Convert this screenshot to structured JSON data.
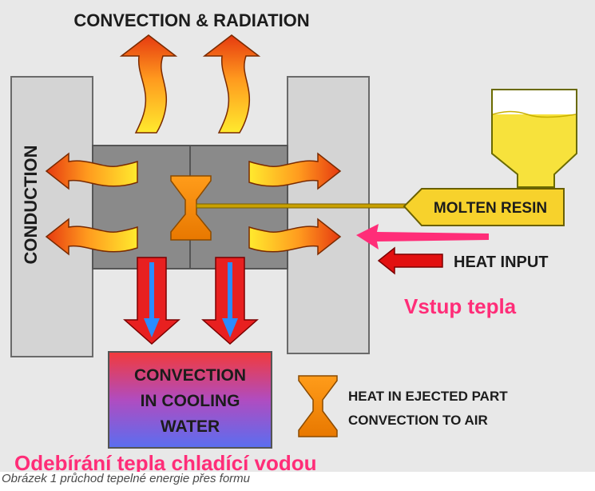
{
  "diagram": {
    "title": "CONVECTION & RADIATION",
    "conduction_label": "CONDUCTION",
    "molten_resin_label": "MOLTEN RESIN",
    "heat_input_label": "HEAT INPUT",
    "cooling_water_lines": [
      "CONVECTION",
      "IN COOLING",
      "WATER"
    ],
    "ejected_part_lines": [
      "HEAT IN EJECTED PART",
      "CONVECTION TO AIR"
    ]
  },
  "annotations": {
    "heat_input_cz": "Vstup tepla",
    "cooling_removal_cz": "Odebírání tepla chladící vodou"
  },
  "caption": "Obrázek 1 průchod tepelné energie přes formu",
  "colors": {
    "background": "#e8e8e8",
    "platen": "#d4d4d4",
    "mold": "#8a8a8a",
    "flame_dark": "#e63a10",
    "flame_light": "#ffea2e",
    "resin": "#f7e23c",
    "part": "#f08c00",
    "water_top": "#f23a3a",
    "water_bottom": "#5a6ef0",
    "annotation": "#ff2d78",
    "coolant_arrow_red": "#e82020",
    "coolant_arrow_blue": "#2a8cff"
  }
}
